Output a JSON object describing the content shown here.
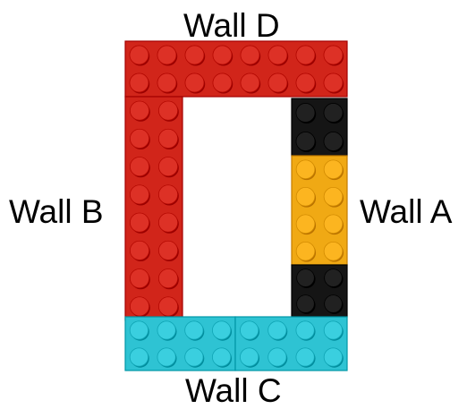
{
  "labels": {
    "wall_d": "Wall D",
    "wall_b": "Wall B",
    "wall_a": "Wall A",
    "wall_c": "Wall C"
  },
  "colors": {
    "red": "#d1251a",
    "black": "#151515",
    "yellow": "#f0a914",
    "cyan": "#2ec3d3"
  }
}
